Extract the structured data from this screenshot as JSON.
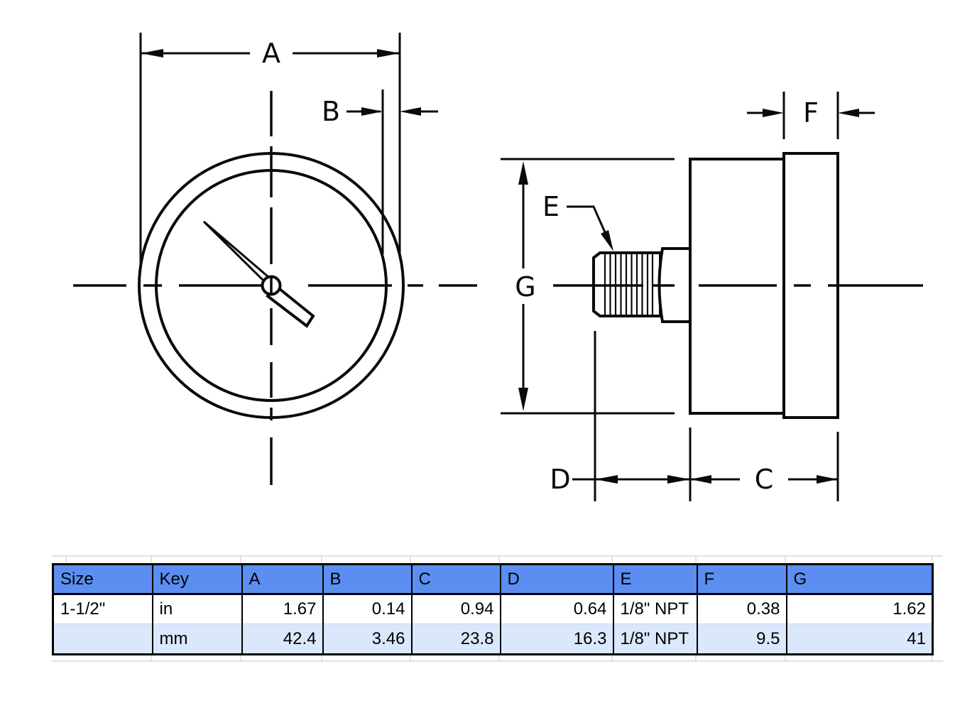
{
  "drawing": {
    "title": "gauge dimension drawing",
    "dims": {
      "a": "A",
      "b": "B",
      "c": "C",
      "d": "D",
      "e": "E",
      "f": "F",
      "g": "G"
    },
    "line_color": "#0a0a0a"
  },
  "table": {
    "headers": [
      "Size",
      "Key",
      "A",
      "B",
      "C",
      "D",
      "E",
      "F",
      "G"
    ],
    "rows": [
      [
        "1-1/2\"",
        "in",
        "1.67",
        "0.14",
        "0.94",
        "0.64",
        "1/8\" NPT",
        "0.38",
        "1.62"
      ],
      [
        "",
        "mm",
        "42.4",
        "3.46",
        "23.8",
        "16.3",
        "1/8\" NPT",
        "9.5",
        "41"
      ]
    ],
    "colors": {
      "header_bg": "#5b8ef0",
      "alt_row_bg": "#dbe7fa",
      "row_divider": "#c7d6ee",
      "border": "#000000",
      "faint_gridline": "#d9d9d9"
    }
  }
}
